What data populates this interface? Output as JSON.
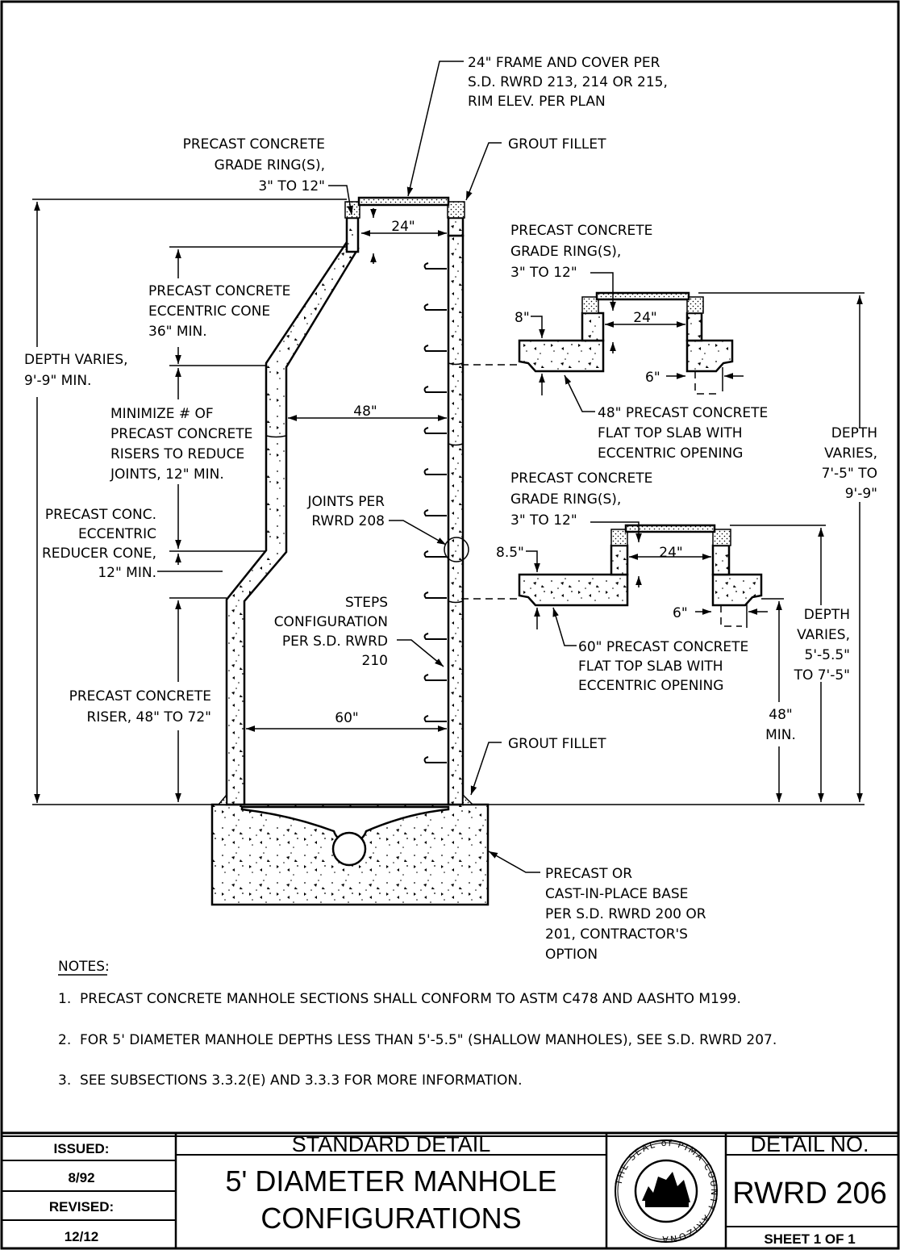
{
  "labels": {
    "frame_cover": [
      "24\" FRAME AND COVER PER",
      "S.D. RWRD 213, 214 OR 215,",
      "RIM ELEV. PER PLAN"
    ],
    "grade_ring_main": [
      "PRECAST CONCRETE",
      "GRADE RING(S),",
      "3\" TO 12\""
    ],
    "grout_fillet_top": "GROUT FILLET",
    "grout_fillet_bottom": "GROUT FILLET",
    "eccentric_cone": [
      "PRECAST CONCRETE",
      "ECCENTRIC CONE",
      "36\" MIN."
    ],
    "depth_main": [
      "DEPTH VARIES,",
      "9'-9\" MIN."
    ],
    "minimize_risers": [
      "MINIMIZE # OF",
      "PRECAST CONCRETE",
      "RISERS TO REDUCE",
      "JOINTS, 12\" MIN."
    ],
    "reducer_cone": [
      "PRECAST CONC.",
      "ECCENTRIC",
      "REDUCER CONE,",
      "12\" MIN."
    ],
    "riser": [
      "PRECAST CONCRETE",
      "RISER, 48\" TO 72\""
    ],
    "joints": [
      "JOINTS PER",
      "RWRD 208"
    ],
    "steps": [
      "STEPS",
      "CONFIGURATION",
      "PER S.D. RWRD",
      "210"
    ],
    "base": [
      "PRECAST OR",
      "CAST-IN-PLACE BASE",
      "PER S.D. RWRD 200 OR",
      "201, CONTRACTOR'S",
      "OPTION"
    ],
    "dim_24_main": "24\"",
    "dim_48": "48\"",
    "dim_60": "60\"",
    "slab48_grade_ring": [
      "PRECAST CONCRETE",
      "GRADE RING(S),",
      "3\" TO 12\""
    ],
    "slab48_8in": "8\"",
    "slab48_24in": "24\"",
    "slab48_6in": "6\"",
    "slab48_label": [
      "48\" PRECAST CONCRETE",
      "FLAT TOP SLAB WITH",
      "ECCENTRIC OPENING"
    ],
    "slab48_depth": [
      "DEPTH",
      "VARIES,",
      "7'-5\" TO",
      "9'-9\""
    ],
    "slab60_grade_ring": [
      "PRECAST CONCRETE",
      "GRADE RING(S),",
      "3\" TO 12\""
    ],
    "slab60_85in": "8.5\"",
    "slab60_24in": "24\"",
    "slab60_6in": "6\"",
    "slab60_label": [
      "60\" PRECAST CONCRETE",
      "FLAT TOP SLAB WITH",
      "ECCENTRIC OPENING"
    ],
    "slab60_depth": [
      "DEPTH",
      "VARIES,",
      "5'-5.5\"",
      "TO 7'-5\""
    ],
    "min_48": [
      "48\"",
      "MIN."
    ]
  },
  "notes": {
    "heading": "NOTES:",
    "items": [
      "1.  PRECAST CONCRETE MANHOLE SECTIONS SHALL CONFORM TO ASTM C478 AND AASHTO M199.",
      "2.  FOR 5' DIAMETER MANHOLE DEPTHS LESS THAN 5'-5.5\" (SHALLOW MANHOLES), SEE S.D. RWRD 207.",
      "3.  SEE SUBSECTIONS 3.3.2(E) AND 3.3.3 FOR MORE INFORMATION."
    ]
  },
  "title_block": {
    "issued_label": "ISSUED:",
    "issued_date": "8/92",
    "revised_label": "REVISED:",
    "revised_date": "12/12",
    "heading": "STANDARD DETAIL",
    "title": [
      "5' DIAMETER MANHOLE",
      "CONFIGURATIONS"
    ],
    "seal_text": "THE SEAL of PIMA COUNTY ARIZONA",
    "detail_label": "DETAIL NO.",
    "detail_number": "RWRD 206",
    "sheet": "SHEET 1 OF 1"
  }
}
